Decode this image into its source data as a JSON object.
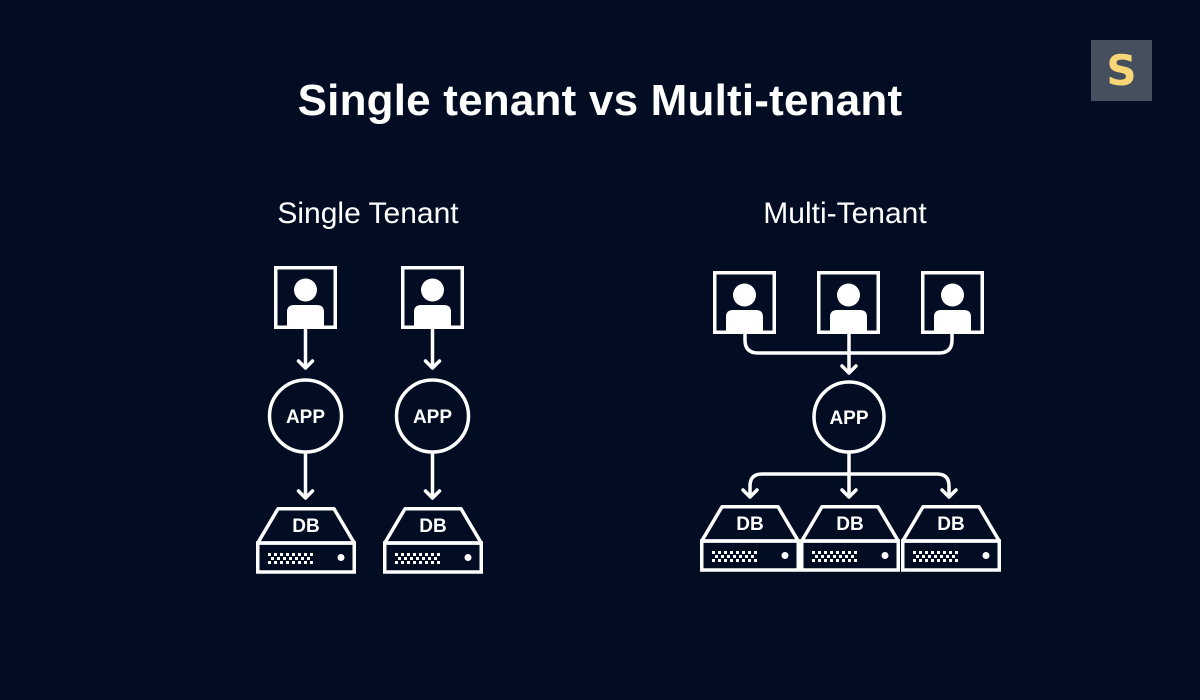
{
  "title": "Single tenant vs Multi-tenant",
  "logo": {
    "letter": "S",
    "bg_color": "#454f5e",
    "fg_color": "#f8d577"
  },
  "background_color": "#020c22",
  "single_tenant": {
    "heading": "Single Tenant",
    "stacks": [
      {
        "user_icon": "user-icon",
        "app_label": "APP",
        "db_label": "DB"
      },
      {
        "user_icon": "user-icon",
        "app_label": "APP",
        "db_label": "DB"
      }
    ]
  },
  "multi_tenant": {
    "heading": "Multi-Tenant",
    "users": [
      "user-icon",
      "user-icon",
      "user-icon"
    ],
    "app_label": "APP",
    "databases": [
      "DB",
      "DB",
      "DB"
    ]
  }
}
